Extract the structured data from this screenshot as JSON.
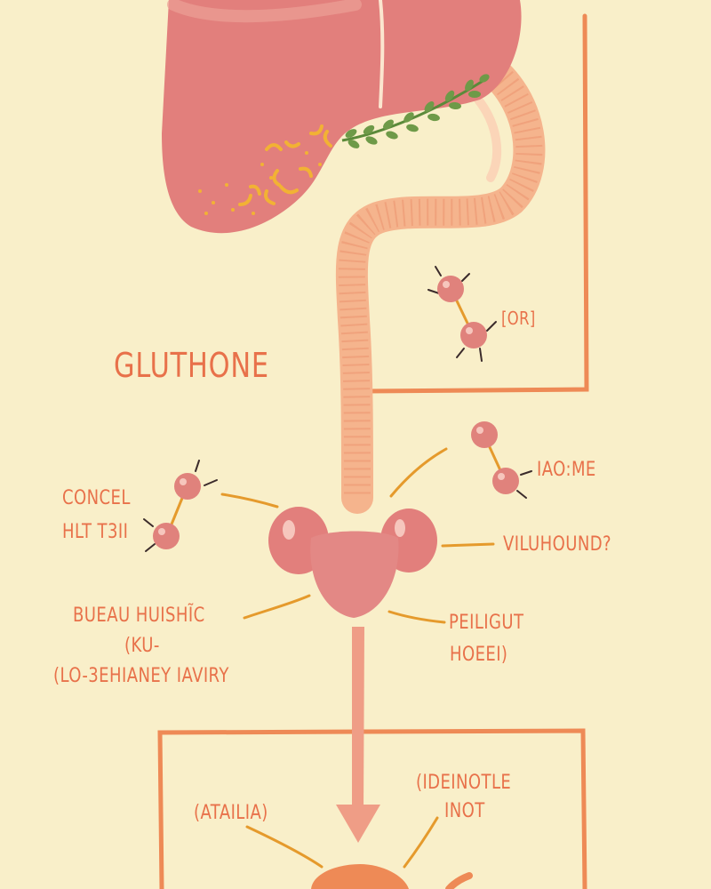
{
  "colors": {
    "background": "#f9efc9",
    "liver": "#e27f7c",
    "liver_light": "#eda096",
    "intestine": "#f5b48d",
    "frame_line": "#ee8a56",
    "label_text": "#e8714a",
    "leader_line": "#e59a2c",
    "molecule": "#e0827c",
    "gland": "#e27f7c",
    "herb": "#6e9a48"
  },
  "labels": {
    "title": "GLUTHONE",
    "or_tag": "[OR]",
    "concel": "CONCEL",
    "hlt": "HLT T3II",
    "iaome": "IAO:ME",
    "viluhound": "VILUHOUND?",
    "bueau": "BUEAU HUISHĨC",
    "ku": "(KU-",
    "lo": "(LO-3EHIANEY IAVIRY",
    "peiligut": "PEILIGUT",
    "hoeei": "HOEEI)",
    "ideinotle": "(IDEINOTLE",
    "inot": "INOT",
    "atailia": "(ATAILIA)"
  },
  "icons": [
    "liver",
    "intestine-tube",
    "herb-sprig",
    "bile-particles",
    "molecule-pair",
    "gland-organ",
    "down-arrow"
  ]
}
